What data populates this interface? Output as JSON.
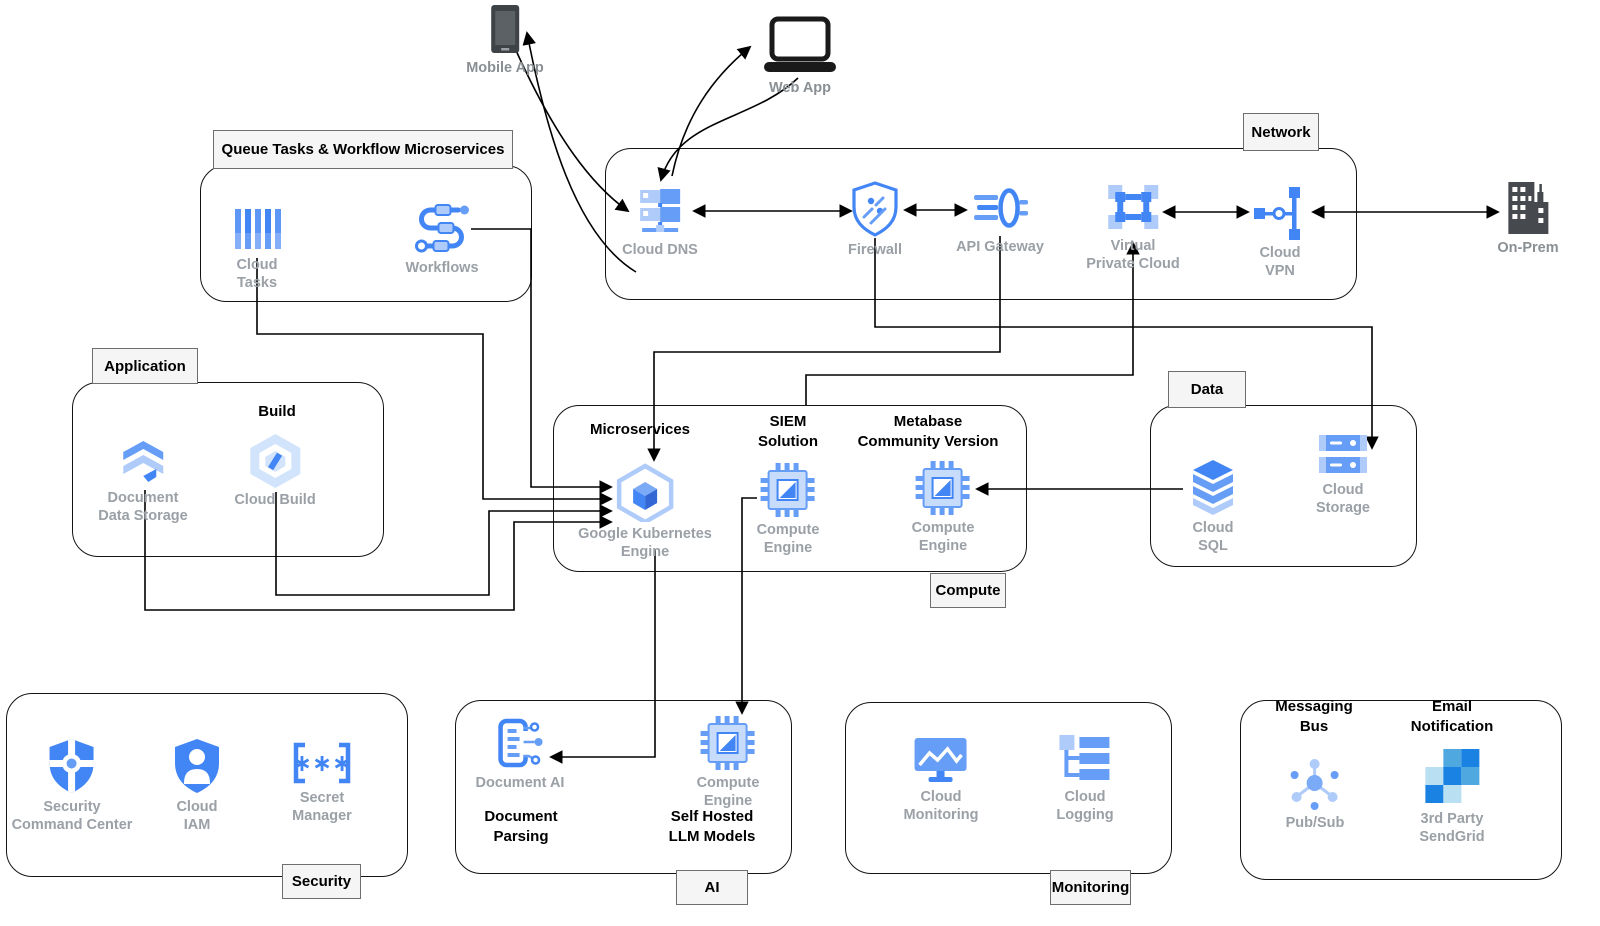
{
  "colors": {
    "blue_dark": "#4285F4",
    "blue_mid": "#669DF6",
    "blue_light": "#AECBFA",
    "blue_pale": "#D2E3FC",
    "icon_dark_gray": "#46494D",
    "label_gray": "#9AA0A6",
    "line_black": "#000000",
    "tab_fill": "#F5F5F5"
  },
  "external": {
    "mobile_app": "Mobile App",
    "web_app": "Web App",
    "on_prem": "On-Prem"
  },
  "groups": {
    "queue": {
      "tab": "Queue Tasks & Workflow Microservices"
    },
    "network": {
      "tab": "Network"
    },
    "application": {
      "tab": "Application"
    },
    "compute": {
      "tab": "Compute"
    },
    "data": {
      "tab": "Data"
    },
    "security": {
      "tab": "Security"
    },
    "ai": {
      "tab": "AI"
    },
    "monitoring": {
      "tab": "Monitoring"
    }
  },
  "titles": {
    "build": "Build",
    "microservices": "Microservices",
    "siem": "SIEM\nSolution",
    "metabase": "Metabase\nCommunity Version",
    "document_parsing": "Document\nParsing",
    "self_hosted": "Self Hosted\nLLM Models",
    "messaging_bus": "Messaging\nBus",
    "email_notification": "Email\nNotification"
  },
  "nodes": {
    "cloud_dns": "Cloud DNS",
    "firewall": "Firewall",
    "api_gateway": "API Gateway",
    "vpc": "Virtual\nPrivate Cloud",
    "cloud_vpn": "Cloud\nVPN",
    "cloud_tasks": "Cloud\nTasks",
    "workflows": "Workflows",
    "dds": "Document\nData Storage",
    "cloud_build": "Cloud Build",
    "gke": "Google Kubernetes\nEngine",
    "compute_engine": "Compute\nEngine",
    "cloud_sql": "Cloud\nSQL",
    "cloud_storage": "Cloud\nStorage",
    "scc": "Security\nCommand Center",
    "cloud_iam": "Cloud\nIAM",
    "secret_manager": "Secret\nManager",
    "secret_glyphs": "∗∗∗",
    "document_ai": "Document AI",
    "cloud_monitoring": "Cloud\nMonitoring",
    "cloud_logging": "Cloud\nLogging",
    "pubsub": "Pub/Sub",
    "sendgrid": "3rd Party\nSendGrid"
  },
  "connections": [
    {
      "from": "Cloud DNS",
      "to": "Mobile App",
      "bidirectional": false
    },
    {
      "from": "Mobile App",
      "to": "Cloud DNS",
      "bidirectional": false
    },
    {
      "from": "Cloud DNS",
      "to": "Web App",
      "bidirectional": false
    },
    {
      "from": "Web App",
      "to": "Cloud DNS",
      "bidirectional": false
    },
    {
      "from": "Cloud DNS",
      "to": "Firewall",
      "bidirectional": true
    },
    {
      "from": "Firewall",
      "to": "API Gateway",
      "bidirectional": true
    },
    {
      "from": "Virtual Private Cloud",
      "to": "Cloud VPN",
      "bidirectional": true
    },
    {
      "from": "Cloud VPN",
      "to": "On-Prem",
      "bidirectional": true
    },
    {
      "from": "Firewall",
      "to": "Cloud Storage",
      "bidirectional": false
    },
    {
      "from": "API Gateway",
      "to": "Google Kubernetes Engine",
      "bidirectional": false
    },
    {
      "from": "Compute group",
      "to": "Virtual Private Cloud",
      "bidirectional": false
    },
    {
      "from": "Cloud SQL",
      "to": "Compute Engine (Metabase Community Version)",
      "bidirectional": false
    },
    {
      "from": "Compute Engine (SIEM Solution)",
      "to": "Compute Engine (Self Hosted LLM Models)",
      "bidirectional": false
    },
    {
      "from": "Google Kubernetes Engine",
      "to": "Document AI",
      "bidirectional": false
    },
    {
      "from": "Workflows",
      "to": "Google Kubernetes Engine",
      "bidirectional": false
    },
    {
      "from": "Cloud Tasks",
      "to": "Google Kubernetes Engine",
      "bidirectional": false
    },
    {
      "from": "Cloud Build",
      "to": "Google Kubernetes Engine",
      "bidirectional": false
    },
    {
      "from": "Document Data Storage",
      "to": "Google Kubernetes Engine",
      "bidirectional": false
    }
  ]
}
